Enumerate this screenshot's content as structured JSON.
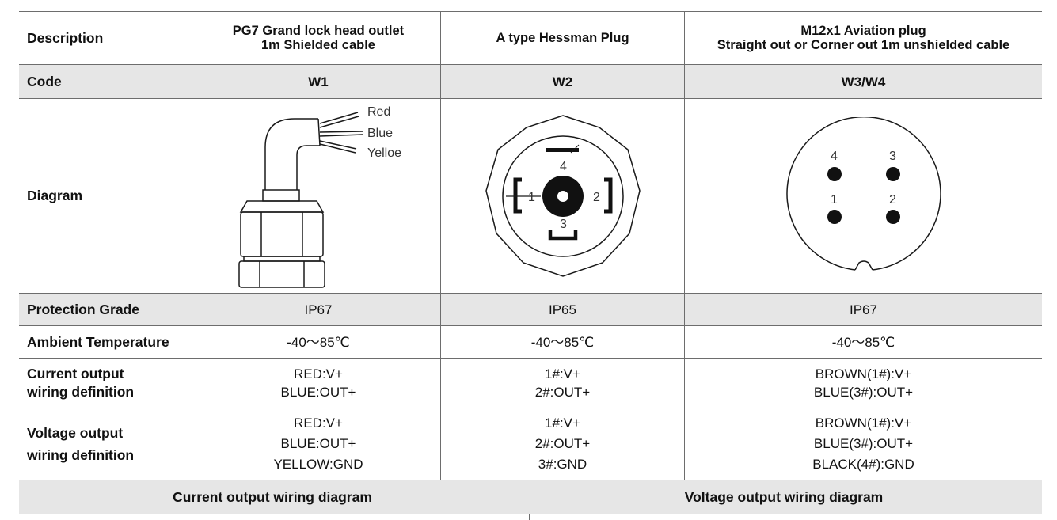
{
  "header": {
    "label": "Description",
    "col1": [
      "PG7 Grand lock head outlet",
      "1m Shielded cable"
    ],
    "col2": [
      "A type Hessman Plug"
    ],
    "col3": [
      "M12x1 Aviation plug",
      "Straight out or Corner out 1m unshielded cable"
    ]
  },
  "code": {
    "label": "Code",
    "values": [
      "W1",
      "W2",
      "W3/W4"
    ]
  },
  "diagram": {
    "label": "Diagram",
    "w1_wires": [
      "Red",
      "Blue",
      "Yelloe"
    ],
    "w2_pins": [
      "4",
      "1",
      "2",
      "3"
    ],
    "w3_pins": [
      "4",
      "3",
      "1",
      "2"
    ]
  },
  "protection": {
    "label": "Protection Grade",
    "values": [
      "IP67",
      "IP65",
      "IP67"
    ]
  },
  "temperature": {
    "label": "Ambient Temperature",
    "values": [
      "-40～85℃",
      "-40～85℃",
      "-40～85℃"
    ]
  },
  "current": {
    "label": [
      "Current output",
      "wiring definition"
    ],
    "col1": [
      "RED:V+",
      "BLUE:OUT+"
    ],
    "col2": [
      "1#:V+",
      "2#:OUT+"
    ],
    "col3": [
      "BROWN(1#):V+",
      "BLUE(3#):OUT+"
    ]
  },
  "voltage": {
    "label": [
      "Voltage output",
      "wiring definition"
    ],
    "col1": [
      "RED:V+",
      "BLUE:OUT+",
      "YELLOW:GND"
    ],
    "col2": [
      "1#:V+",
      "2#:OUT+",
      "3#:GND"
    ],
    "col3": [
      "BROWN(1#):V+",
      "BLUE(3#):OUT+",
      "BLACK(4#):GND"
    ]
  },
  "footer": {
    "left": "Current output wiring diagram",
    "right": "Voltage output wiring diagram"
  }
}
